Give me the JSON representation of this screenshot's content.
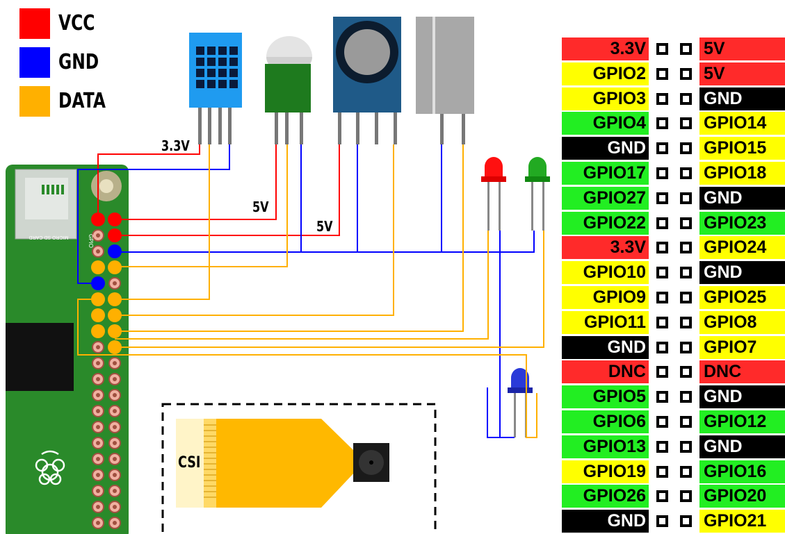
{
  "legend": [
    {
      "label": "VCC",
      "color": "#ff0000"
    },
    {
      "label": "GND",
      "color": "#0000ff"
    },
    {
      "label": "DATA",
      "color": "#ffb000"
    }
  ],
  "wire_labels": {
    "dht_vcc": "3.3V",
    "pir_vcc": "5V",
    "sound_vcc": "5V"
  },
  "camera": {
    "connector_label": "CSI"
  },
  "board": {
    "gpio_label": "GPIO",
    "sd_label": "MICRO SD CARD"
  },
  "colors": {
    "vcc": "#ff0000",
    "gnd": "#0000ff",
    "data": "#ffb000",
    "pcb": "#2a8a2a",
    "table_red": "#ff2a2a",
    "table_yellow": "#ffff00",
    "table_green": "#22ee22",
    "table_black": "#000000"
  },
  "gpio_table": [
    {
      "left": "3.3V",
      "left_color": "red",
      "right": "5V",
      "right_color": "red"
    },
    {
      "left": "GPIO2",
      "left_color": "yellow",
      "right": "5V",
      "right_color": "red"
    },
    {
      "left": "GPIO3",
      "left_color": "yellow",
      "right": "GND",
      "right_color": "black"
    },
    {
      "left": "GPIO4",
      "left_color": "green",
      "right": "GPIO14",
      "right_color": "yellow"
    },
    {
      "left": "GND",
      "left_color": "black",
      "right": "GPIO15",
      "right_color": "yellow"
    },
    {
      "left": "GPIO17",
      "left_color": "green",
      "right": "GPIO18",
      "right_color": "yellow"
    },
    {
      "left": "GPIO27",
      "left_color": "green",
      "right": "GND",
      "right_color": "black"
    },
    {
      "left": "GPIO22",
      "left_color": "green",
      "right": "GPIO23",
      "right_color": "green"
    },
    {
      "left": "3.3V",
      "left_color": "red",
      "right": "GPIO24",
      "right_color": "yellow"
    },
    {
      "left": "GPIO10",
      "left_color": "yellow",
      "right": "GND",
      "right_color": "black"
    },
    {
      "left": "GPIO9",
      "left_color": "yellow",
      "right": "GPIO25",
      "right_color": "yellow"
    },
    {
      "left": "GPIO11",
      "left_color": "yellow",
      "right": "GPIO8",
      "right_color": "yellow"
    },
    {
      "left": "GND",
      "left_color": "black",
      "right": "GPIO7",
      "right_color": "yellow"
    },
    {
      "left": "DNC",
      "left_color": "red",
      "right": "DNC",
      "right_color": "red"
    },
    {
      "left": "GPIO5",
      "left_color": "green",
      "right": "GND",
      "right_color": "black"
    },
    {
      "left": "GPIO6",
      "left_color": "green",
      "right": "GPIO12",
      "right_color": "green"
    },
    {
      "left": "GPIO13",
      "left_color": "green",
      "right": "GND",
      "right_color": "black"
    },
    {
      "left": "GPIO19",
      "left_color": "yellow",
      "right": "GPIO16",
      "right_color": "green"
    },
    {
      "left": "GPIO26",
      "left_color": "green",
      "right": "GPIO20",
      "right_color": "green"
    },
    {
      "left": "GND",
      "left_color": "black",
      "right": "GPIO21",
      "right_color": "yellow"
    }
  ]
}
